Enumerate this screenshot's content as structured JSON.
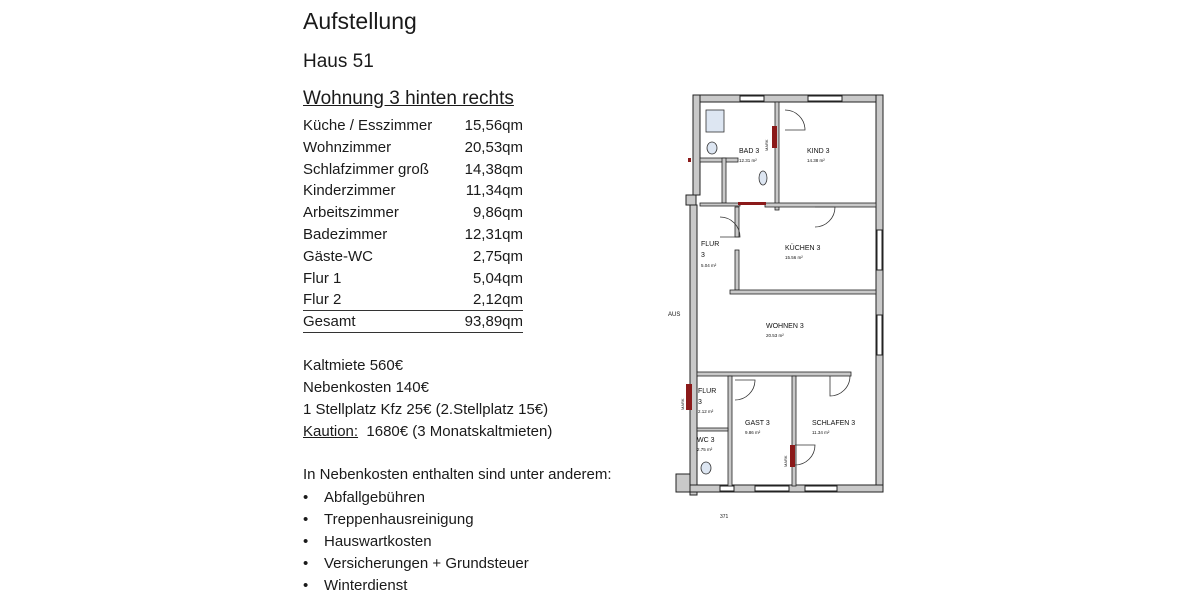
{
  "heading": "Aufstellung",
  "house": "Haus 51",
  "apartment": "Wohnung 3 hinten rechts",
  "rooms": [
    {
      "name": "Küche / Esszimmer",
      "area": "15,56qm"
    },
    {
      "name": "Wohnzimmer",
      "area": "20,53qm"
    },
    {
      "name": "Schlafzimmer groß",
      "area": "14,38qm"
    },
    {
      "name": "Kinderzimmer",
      "area": "11,34qm"
    },
    {
      "name": "Arbeitszimmer",
      "area": "9,86qm"
    },
    {
      "name": "Badezimmer",
      "area": "12,31qm"
    },
    {
      "name": "Gäste-WC",
      "area": "2,75qm"
    },
    {
      "name": "Flur 1",
      "area": "5,04qm"
    },
    {
      "name": "Flur 2",
      "area": "2,12qm"
    }
  ],
  "total": {
    "name": "Gesamt",
    "area": "93,89qm"
  },
  "costs": {
    "rent": "Kaltmiete 560€",
    "extra": "Nebenkosten 140€",
    "parking": "1 Stellplatz Kfz 25€ (2.Stellplatz 15€)",
    "deposit_label": "Kaution:",
    "deposit_value": "1680€ (3 Monatskaltmieten)"
  },
  "included": {
    "title": "In Nebenkosten enthalten sind unter anderem:",
    "bullet": "•",
    "items": [
      "Abfallgebühren",
      "Treppenhausreinigung",
      "Hauswartkosten",
      "Versicherungen + Grundsteuer",
      "Winterdienst"
    ]
  },
  "floorplan": {
    "bad_name": "BAD 3",
    "bad_area": "12.31 m²",
    "kind_name": "KIND 3",
    "kind_area": "14.38 m²",
    "flur_name": "FLUR",
    "flur_num": "3",
    "flur_area": "5.04 m²",
    "kueche_name": "KÜCHEN 3",
    "kueche_area": "15.56 m²",
    "wohnen_name": "WOHNEN 3",
    "wohnen_area": "20.53 m²",
    "flur2_name": "FLUR",
    "flur2_num": "3",
    "flur2_area": "2.12 m²",
    "gast_name": "GAST 3",
    "gast_area": "9.86 m²",
    "schlafen_name": "SCHLAFEN 3",
    "schlafen_area": "11.34 m²",
    "wc_name": "WC 3",
    "wc_area": "2.75 m²",
    "aus_label": "AUS",
    "marker_top": "MARK",
    "marker_left": "MARK",
    "marker_bottom": "MARK",
    "footnote": "371"
  }
}
